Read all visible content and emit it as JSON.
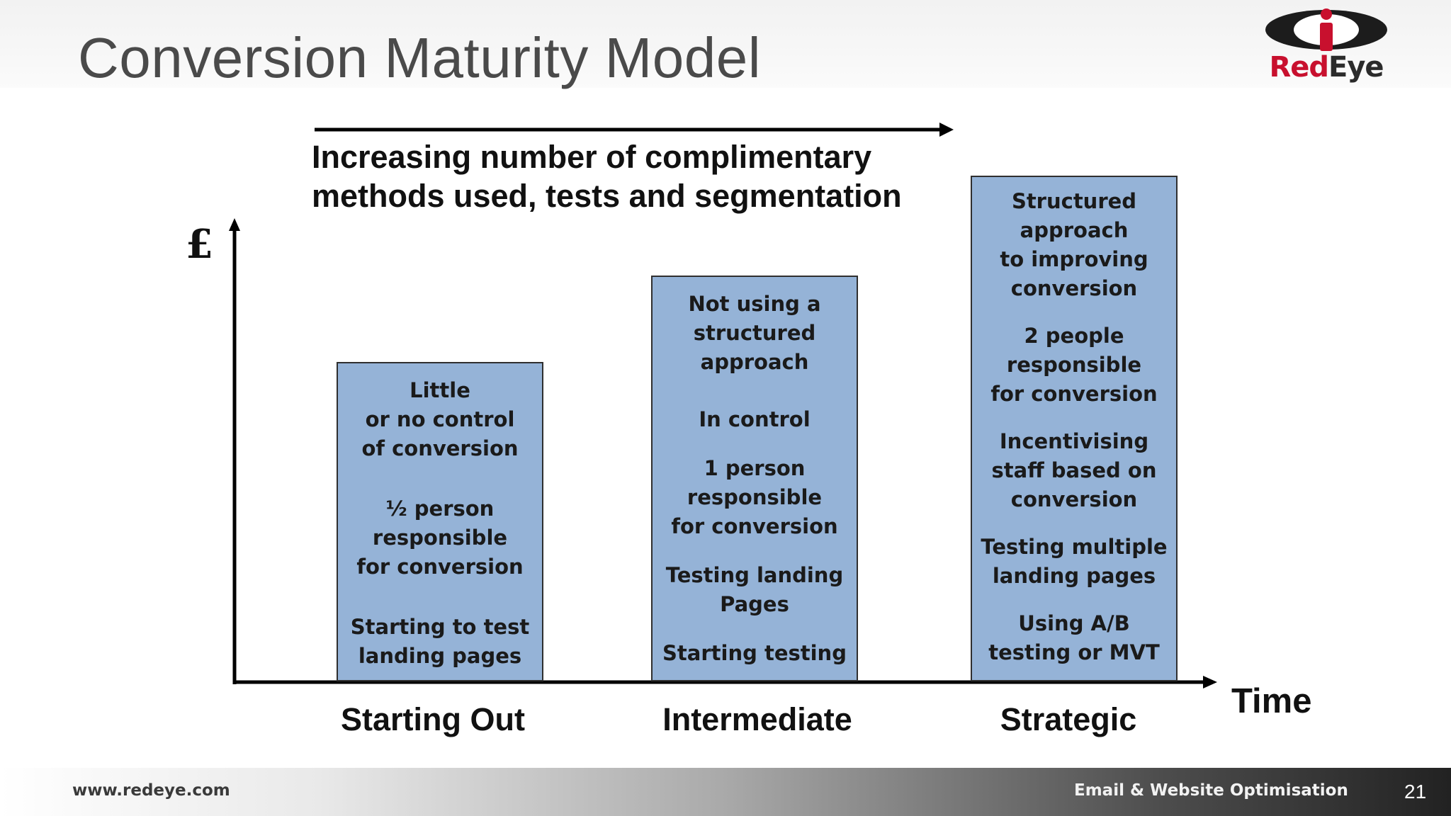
{
  "slide": {
    "title": "Conversion Maturity Model",
    "page_number": "21"
  },
  "logo": {
    "icon": "redeye-i-logo-icon",
    "text_red": "Red",
    "text_dark": "Eye",
    "colors": {
      "red": "#c8102e",
      "dark": "#1c1c1c"
    }
  },
  "diagram": {
    "top_caption": [
      "Increasing number of complimentary",
      "methods used, tests and segmentation"
    ],
    "y_axis_label": "£",
    "x_axis_label": "Time",
    "bar_color": "#95b3d7",
    "levels": [
      {
        "stage": "Starting Out",
        "height_rank": 1,
        "groups": [
          [
            "Little",
            "or no control",
            "of conversion"
          ],
          [
            "½ person",
            "responsible",
            "for conversion"
          ],
          [
            "Starting to test",
            "landing pages"
          ]
        ]
      },
      {
        "stage": "Intermediate",
        "height_rank": 2,
        "groups": [
          [
            "Not using a",
            "structured",
            "approach"
          ],
          [
            "In control"
          ],
          [
            "1 person",
            "responsible",
            "for conversion"
          ],
          [
            "Testing landing",
            "Pages"
          ],
          [
            "Starting testing"
          ]
        ]
      },
      {
        "stage": "Strategic",
        "height_rank": 3,
        "groups": [
          [
            "Structured",
            "approach",
            "to improving",
            "conversion"
          ],
          [
            "2 people",
            "responsible",
            "for conversion"
          ],
          [
            "Incentivising",
            "staff based on",
            "conversion"
          ],
          [
            "Testing multiple",
            "landing pages"
          ],
          [
            "Using A/B",
            "testing or MVT"
          ]
        ]
      }
    ]
  },
  "footer": {
    "url": "www.redeye.com",
    "tagline": "Email & Website Optimisation"
  }
}
